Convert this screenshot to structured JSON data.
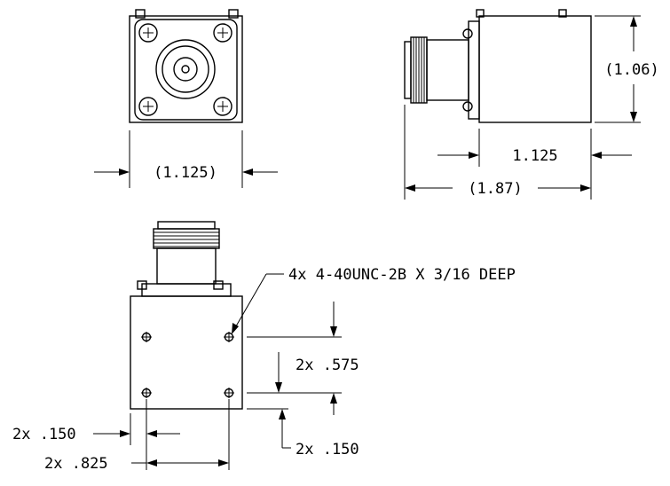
{
  "front_view": {
    "width_dim": "(1.125)"
  },
  "side_view": {
    "height_dim": "(1.06)",
    "body_width_dim": "1.125",
    "overall_length_dim": "(1.87)"
  },
  "top_view": {
    "hole_callout": "4x 4-40UNC-2B X 3/16 DEEP",
    "hole_spacing_y": "2x .575",
    "hole_edge_y": "2x .150",
    "hole_edge_x": "2x .150",
    "hole_spacing_x": "2x .825"
  }
}
